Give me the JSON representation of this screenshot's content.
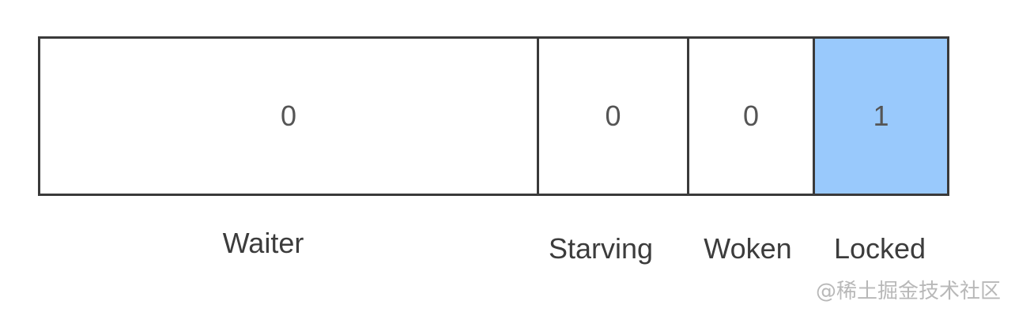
{
  "colors": {
    "border": "#3a3a3a",
    "locked_fill": "#99c9fc",
    "value_text": "#555555",
    "label_text": "#3c3c3c",
    "watermark_text": "#b8b8b8"
  },
  "fields": [
    {
      "label": "Waiter",
      "value": "0",
      "highlighted": false
    },
    {
      "label": "Starving",
      "value": "0",
      "highlighted": false
    },
    {
      "label": "Woken",
      "value": "0",
      "highlighted": false
    },
    {
      "label": "Locked",
      "value": "1",
      "highlighted": true
    }
  ],
  "watermark": "@稀土掘金技术社区"
}
